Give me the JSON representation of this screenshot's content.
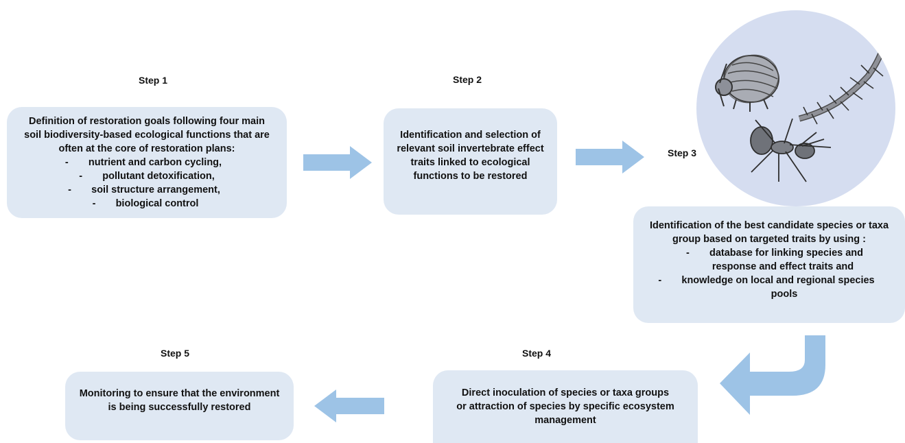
{
  "steps": {
    "step1": {
      "label": "Step 1",
      "intro": [
        "Definition of restoration goals following four main",
        "soil biodiversity-based ecological functions that are",
        "often at the core of restoration plans:"
      ],
      "bullets": [
        "nutrient and carbon cycling,",
        "pollutant detoxification,",
        "soil structure arrangement,",
        "biological control"
      ]
    },
    "step2": {
      "label": "Step 2",
      "lines": [
        "Identification and selection of",
        "relevant soil invertebrate effect",
        "traits linked to ecological",
        "functions to be restored"
      ]
    },
    "step3": {
      "label": "Step 3",
      "intro": [
        "Identification of the best candidate species or taxa",
        "group based on targeted traits by using :"
      ],
      "bullets": [
        [
          "database for linking species and",
          "response and effect traits and"
        ],
        [
          "knowledge on  local and regional species",
          "pools"
        ]
      ]
    },
    "step4": {
      "label": "Step 4",
      "lines": [
        "Direct inoculation of species or taxa groups",
        "or attraction of species by specific ecosystem",
        "management"
      ]
    },
    "step5": {
      "label": "Step 5",
      "lines": [
        "Monitoring to ensure that the environment",
        "is being successfully restored"
      ]
    }
  },
  "bullet_marker": "-",
  "illustration": {
    "subjects": [
      "springtail",
      "centipede",
      "ant"
    ]
  },
  "colors": {
    "box_fill": "#dfe8f3",
    "arrow_fill": "#9dc3e6",
    "circle_fill": "#d5ddf0",
    "text": "#111111"
  }
}
